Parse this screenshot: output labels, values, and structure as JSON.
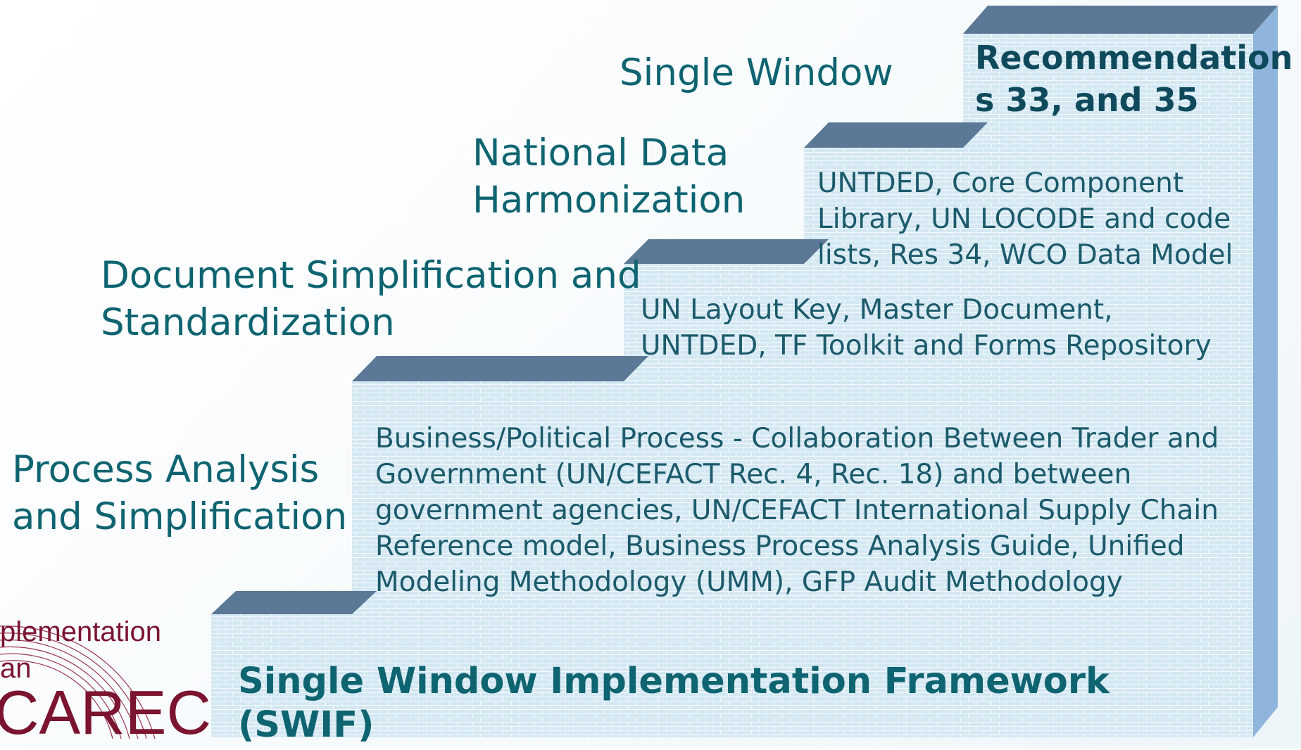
{
  "colors": {
    "step_face": "#d2e6f2",
    "step_top": "#5b7896",
    "step_side": "#8fb5dc",
    "text_teal": "#0e6470",
    "logo_red": "#7a1430"
  },
  "steps": [
    {
      "label_lines": [
        "Process Analysis",
        "and Simplification"
      ],
      "content_lines": [
        "Business/Political Process - Collaboration Between Trader and",
        "Government (UN/CEFACT Rec. 4, Rec. 18) and between",
        "government agencies, UN/CEFACT International Supply Chain",
        "Reference model, Business Process Analysis Guide, Unified",
        "Modeling Methodology (UMM), GFP Audit Methodology"
      ]
    },
    {
      "label_lines": [
        "Document Simplification and",
        "Standardization"
      ],
      "content_lines": [
        "UN Layout Key, Master Document,",
        "UNTDED, TF Toolkit and Forms Repository"
      ]
    },
    {
      "label_lines": [
        "National Data",
        "Harmonization"
      ],
      "content_lines": [
        "UNTDED, Core Component",
        "Library, UN LOCODE and code",
        "lists, Res 34, WCO Data Model"
      ]
    },
    {
      "label_lines": [
        "Single Window"
      ],
      "content_lines": [
        "Recommendation",
        "s 33,  and 35"
      ]
    }
  ],
  "base": {
    "title_lines": [
      "Single Window Implementation Framework",
      "(SWIF)"
    ]
  },
  "logo": {
    "text_lines": [
      "plementation",
      "an"
    ],
    "brand": "CAREC"
  }
}
